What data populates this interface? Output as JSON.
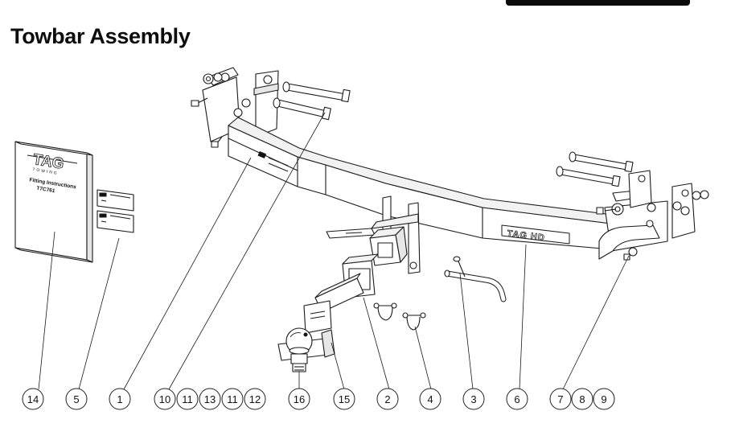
{
  "page": {
    "title": "Towbar Assembly"
  },
  "manual": {
    "brand": "TAG",
    "brand_sub": "TOWING",
    "line1": "Fitting Instructions",
    "line2": "T7C761"
  },
  "crossbar_logo": "TAG HD",
  "callouts": [
    {
      "id": "c14",
      "label": "14"
    },
    {
      "id": "c5",
      "label": "5"
    },
    {
      "id": "c1",
      "label": "1"
    },
    {
      "id": "c10",
      "label": "10"
    },
    {
      "id": "c11a",
      "label": "11"
    },
    {
      "id": "c13",
      "label": "13"
    },
    {
      "id": "c11b",
      "label": "11"
    },
    {
      "id": "c12",
      "label": "12"
    },
    {
      "id": "c16",
      "label": "16"
    },
    {
      "id": "c15",
      "label": "15"
    },
    {
      "id": "c2",
      "label": "2"
    },
    {
      "id": "c4",
      "label": "4"
    },
    {
      "id": "c3",
      "label": "3"
    },
    {
      "id": "c6",
      "label": "6"
    },
    {
      "id": "c7",
      "label": "7"
    },
    {
      "id": "c8",
      "label": "8"
    },
    {
      "id": "c9",
      "label": "9"
    }
  ],
  "colors": {
    "line": "#1a1a1a",
    "fill_light": "#ffffff",
    "fill_grey": "#e6e6e6"
  }
}
